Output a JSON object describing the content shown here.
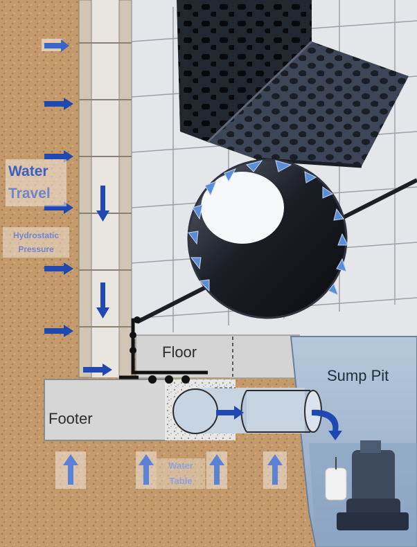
{
  "labels": {
    "water_travel_line1": "Water",
    "water_travel_line2": "Travel",
    "hydrostatic_line1": "Hydrostatic",
    "hydrostatic_line2": "Pressure",
    "floor": "Floor",
    "footer": "Footer",
    "sump_pit": "Sump Pit",
    "water_table_line1": "Water",
    "water_table_line2": "Table"
  },
  "colors": {
    "soil": "#c49a6c",
    "arrow": "#1f49b0",
    "arrow_light": "#5b8ed8",
    "concrete": "#d9d9d9",
    "wall": "#e4e6ea",
    "pipe": "#111318",
    "sump_fill": "#9fb6d0"
  },
  "icons": {
    "drainage_membrane": "dimpled-membrane-icon",
    "drain_pipe": "perforated-pipe-icon",
    "sump_pump": "sump-pump-icon"
  }
}
